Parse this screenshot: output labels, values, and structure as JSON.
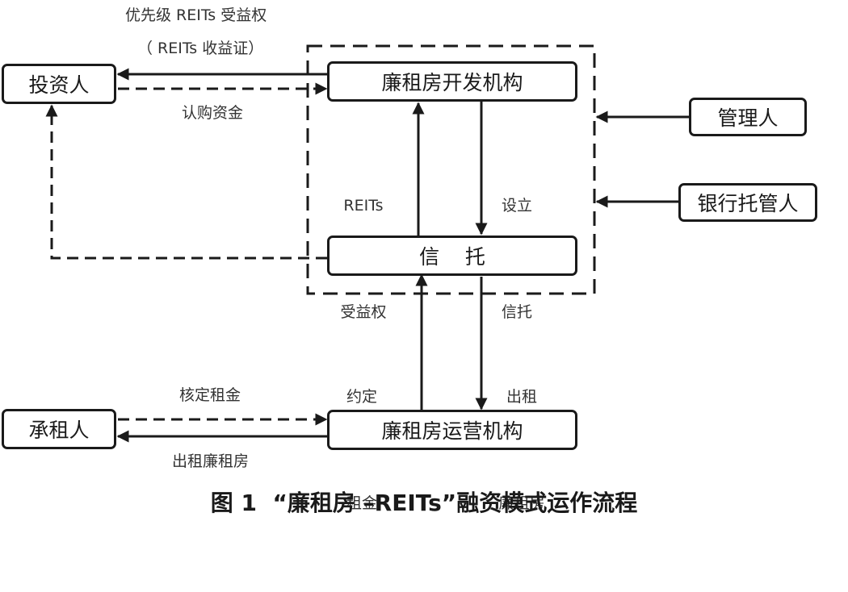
{
  "nodes": {
    "investor": "投资人",
    "developer": "廉租房开发机构",
    "manager": "管理人",
    "custodian": "银行托管人",
    "trust": "信    托",
    "tenant": "承租人",
    "operator": "廉租房运营机构"
  },
  "labels": {
    "priority_reits_1": "优先级 REITs 受益权",
    "priority_reits_2": "（ REITs 收益证）",
    "subscription": "认购资金",
    "reits_1": "REITs",
    "reits_2": "受益权",
    "establish_1": "设立",
    "establish_2": "信托",
    "agreed_rent_1": "约定",
    "agreed_rent_2": "租金",
    "lease_out_1": "出租",
    "lease_out_2": "廉租房",
    "approved_rent": "核定租金",
    "lease_housing": "出租廉租房"
  },
  "caption": "图 1  “廉租房 –REITs”融资模式运作流程"
}
